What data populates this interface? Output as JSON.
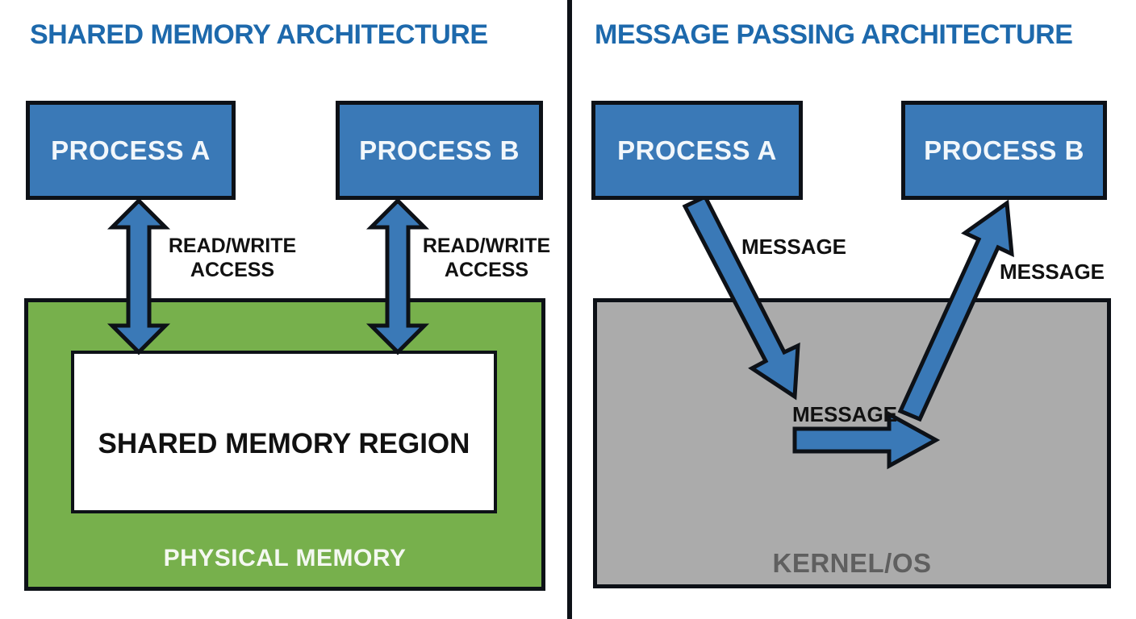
{
  "left_panel": {
    "title": "SHARED MEMORY ARCHITECTURE",
    "process_a": "PROCESS A",
    "process_b": "PROCESS B",
    "rw_access_a": "READ/WRITE\nACCESS",
    "rw_access_b": "READ/WRITE\nACCESS",
    "shared_region": "SHARED MEMORY REGION",
    "physical_memory": "PHYSICAL MEMORY"
  },
  "right_panel": {
    "title": "MESSAGE PASSING ARCHITECTURE",
    "process_a": "PROCESS A",
    "process_b": "PROCESS B",
    "message_a_to_kernel": "MESSAGE",
    "message_in_kernel": "MESSAGE",
    "message_kernel_to_b": "MESSAGE",
    "kernel": "KERNEL/OS"
  },
  "colors": {
    "title_blue": "#1d69ac",
    "box_blue": "#3a79b7",
    "green": "#77b04c",
    "gray": "#ababab",
    "outline": "#0d1117",
    "kernel_text": "#5f5f5f"
  }
}
